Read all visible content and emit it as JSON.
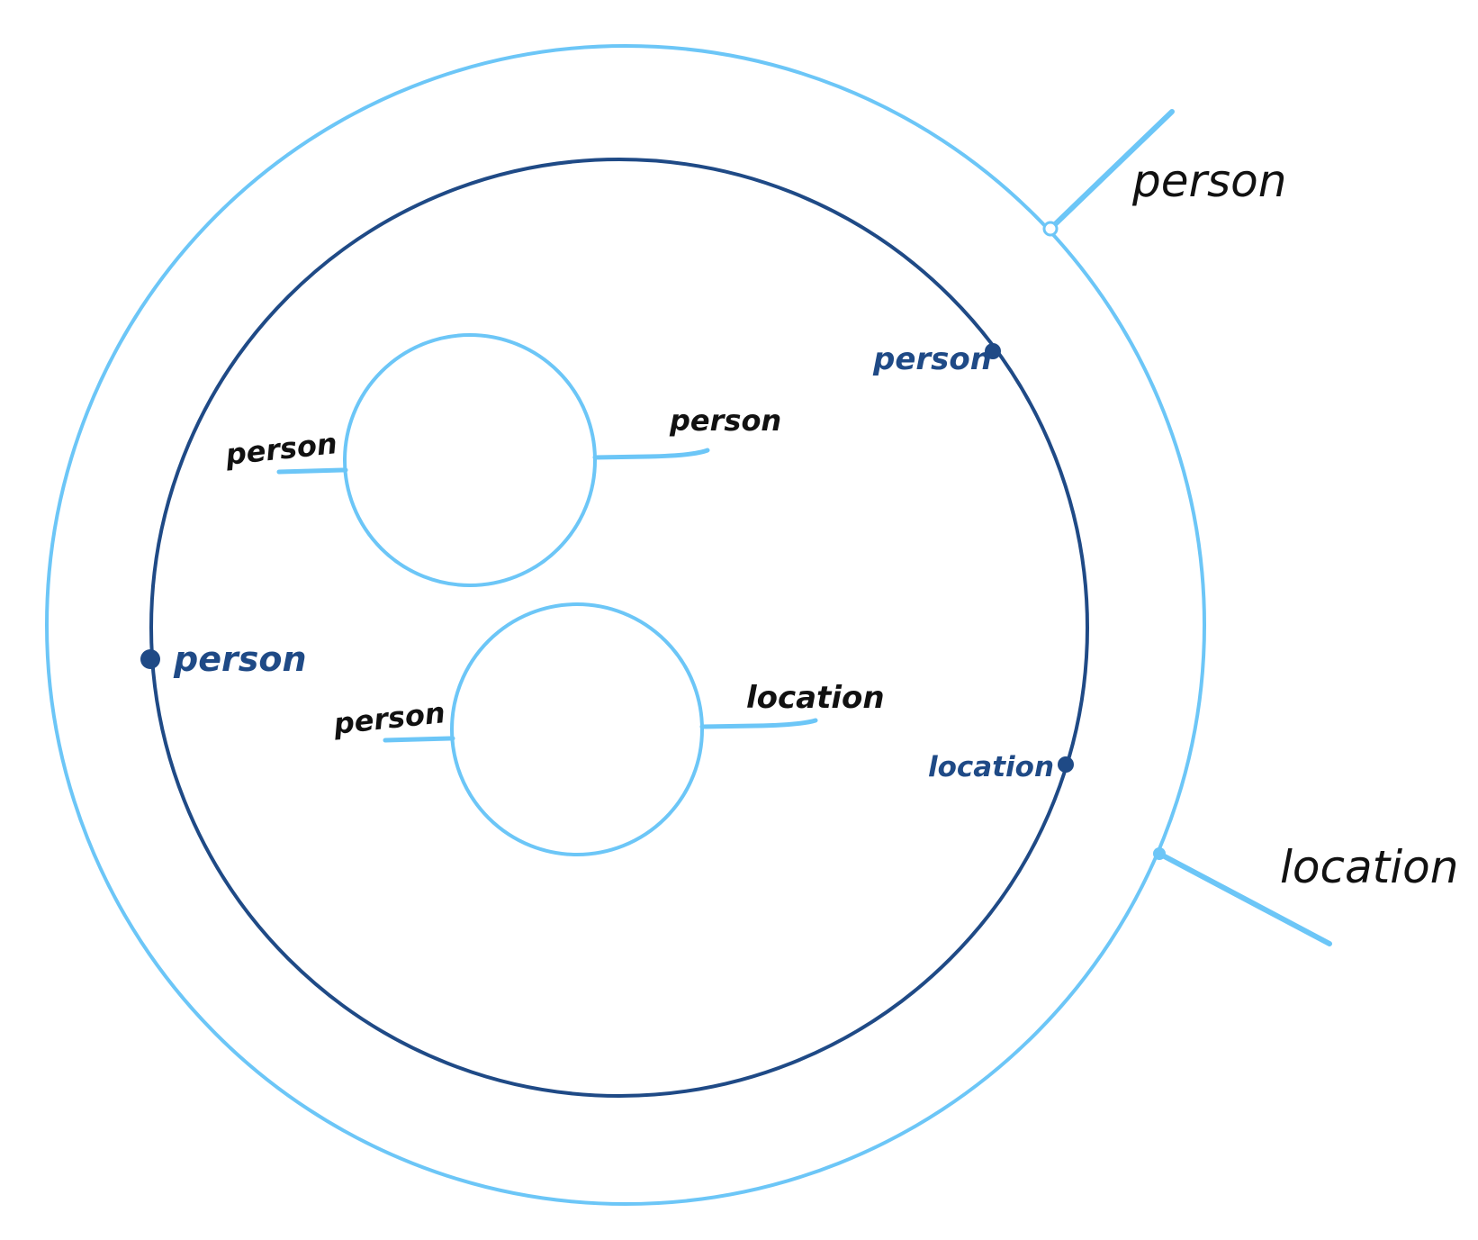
{
  "colors": {
    "light_blue": "#6cc6f7",
    "dark_blue": "#1f4a86",
    "ink": "#111111",
    "background": "#ffffff"
  },
  "outer_ring": {
    "ports": [
      {
        "label": "person"
      },
      {
        "label": "location"
      }
    ]
  },
  "middle_ring": {
    "ports": [
      {
        "label": "person"
      },
      {
        "label": "location"
      },
      {
        "label": "person"
      }
    ]
  },
  "inner_circles": [
    {
      "ports": [
        {
          "label": "person"
        },
        {
          "label": "person"
        }
      ]
    },
    {
      "ports": [
        {
          "label": "person"
        },
        {
          "label": "location"
        }
      ]
    }
  ]
}
